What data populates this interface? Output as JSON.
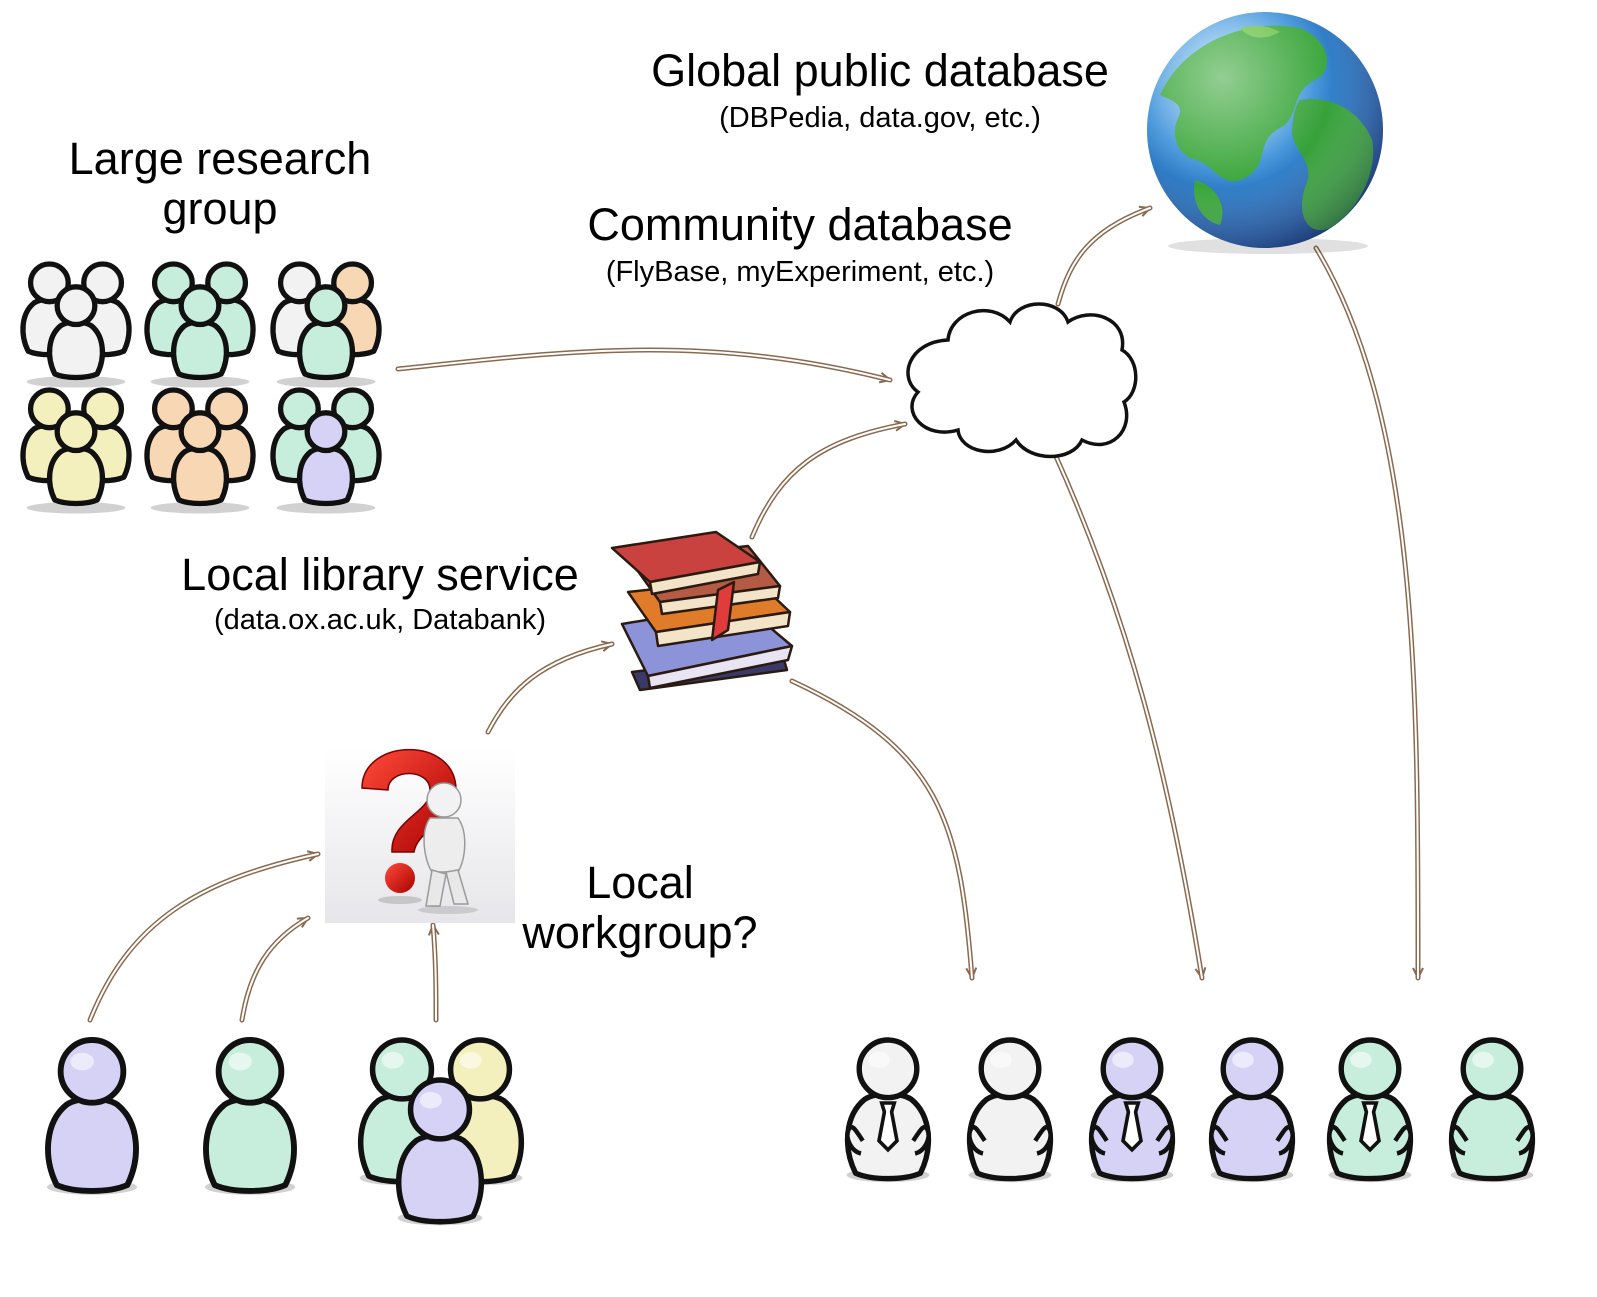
{
  "nodes": {
    "global": {
      "title": "Global public database",
      "examples": "(DBPedia, data.gov, etc.)"
    },
    "community": {
      "title": "Community database",
      "examples": "(FlyBase, myExperiment, etc.)"
    },
    "research_group": {
      "title_line1": "Large research",
      "title_line2": "group"
    },
    "library": {
      "title": "Local library service",
      "examples": "(data.ox.ac.uk, Databank)"
    },
    "workgroup": {
      "title_line1": "Local",
      "title_line2": "workgroup?"
    }
  },
  "colors": {
    "arrow": "#8a6a4f",
    "white": "#f2f2f2",
    "mint": "#c7eedd",
    "peach": "#f8d8b4",
    "yellow": "#f3f0bd",
    "lavender": "#d6d2f6",
    "stroke": "#111111"
  },
  "icons": {
    "globe": "earth-globe-icon",
    "cloud": "cloud-icon",
    "books": "stack-of-books-icon",
    "question": "thinking-person-question-mark-icon",
    "group": "people-group-icon",
    "person": "person-icon",
    "person_tie": "person-with-tie-icon"
  }
}
